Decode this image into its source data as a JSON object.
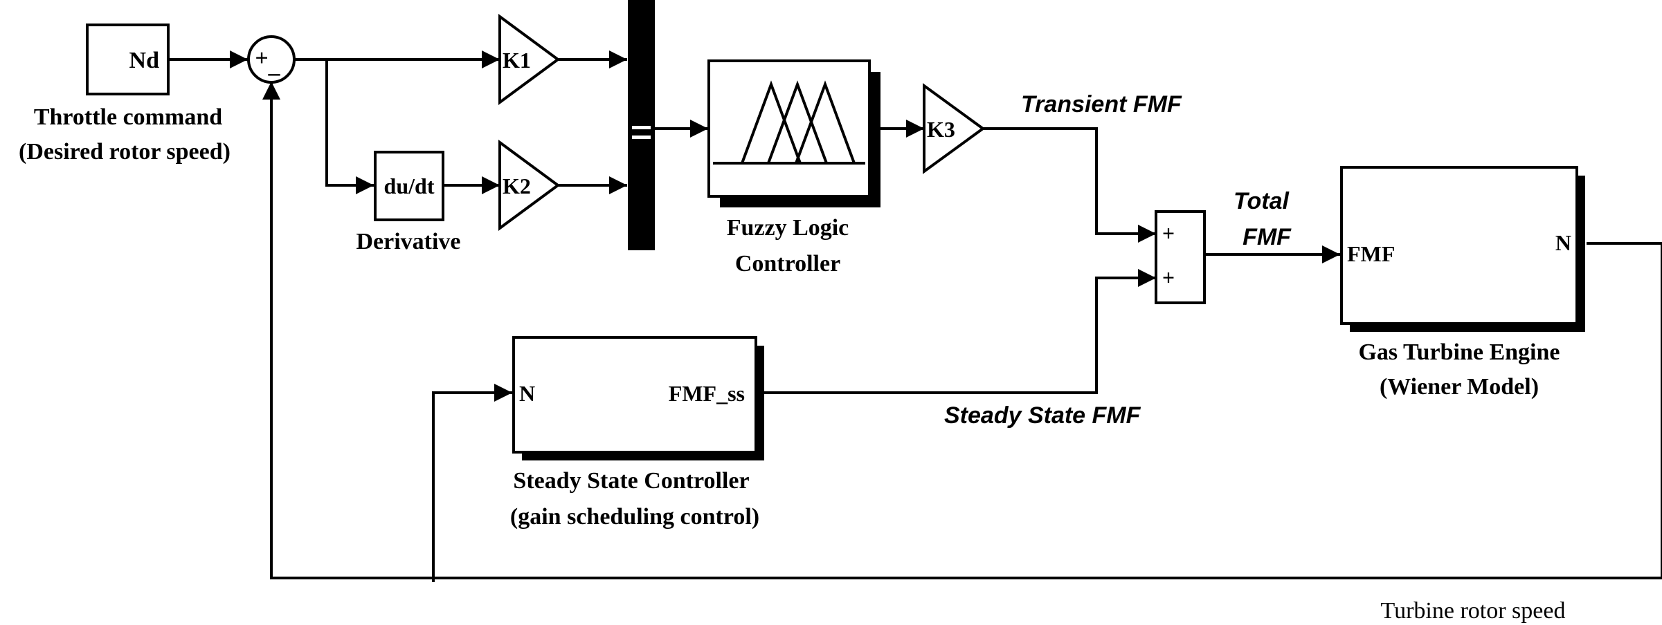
{
  "blocks": {
    "nd": {
      "label": "Nd",
      "caption_line1": "Throttle command",
      "caption_line2": "(Desired rotor speed)"
    },
    "sum1": {
      "plus": "+",
      "minus": "–"
    },
    "derivative": {
      "label": "du/dt",
      "caption": "Derivative"
    },
    "k1": {
      "label": "K1"
    },
    "k2": {
      "label": "K2"
    },
    "k3": {
      "label": "K3"
    },
    "fuzzy": {
      "caption_line1": "Fuzzy Logic",
      "caption_line2": "Controller"
    },
    "sum2": {
      "plus_top": "+",
      "plus_bottom": "+"
    },
    "engine": {
      "in_port": "FMF",
      "out_port": "N",
      "caption_line1": "Gas Turbine Engine",
      "caption_line2": "(Wiener Model)"
    },
    "steady": {
      "in_port": "N",
      "out_port": "FMF_ss",
      "caption_line1": "Steady State Controller",
      "caption_line2": "(gain scheduling control)"
    }
  },
  "signals": {
    "transient": "Transient FMF",
    "total_line1": "Total",
    "total_line2": "FMF",
    "steady": "Steady State FMF",
    "rotor_speed": "Turbine rotor speed"
  },
  "colors": {
    "ink": "#000000",
    "background": "#ffffff"
  }
}
